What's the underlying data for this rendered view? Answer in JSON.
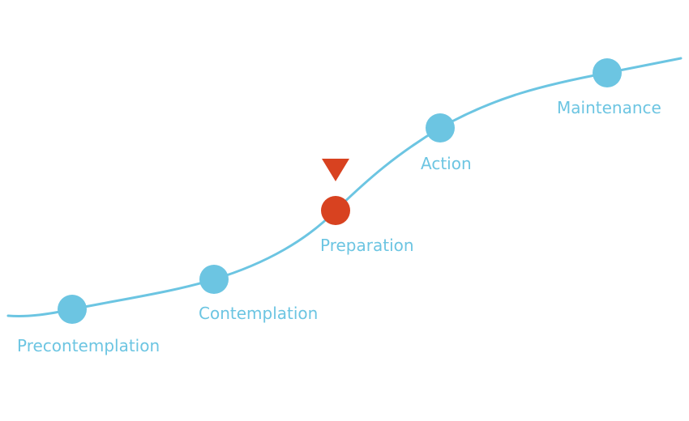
{
  "colors": {
    "curve": "#6cc5e2",
    "node": "#6cc5e2",
    "label": "#6cc5e2",
    "current": "#d84220",
    "background": "#ffffff"
  },
  "current_stage_index": 2,
  "stages": [
    {
      "label": "Precontemplation"
    },
    {
      "label": "Contemplation"
    },
    {
      "label": "Preparation"
    },
    {
      "label": "Action"
    },
    {
      "label": "Maintenance"
    }
  ]
}
